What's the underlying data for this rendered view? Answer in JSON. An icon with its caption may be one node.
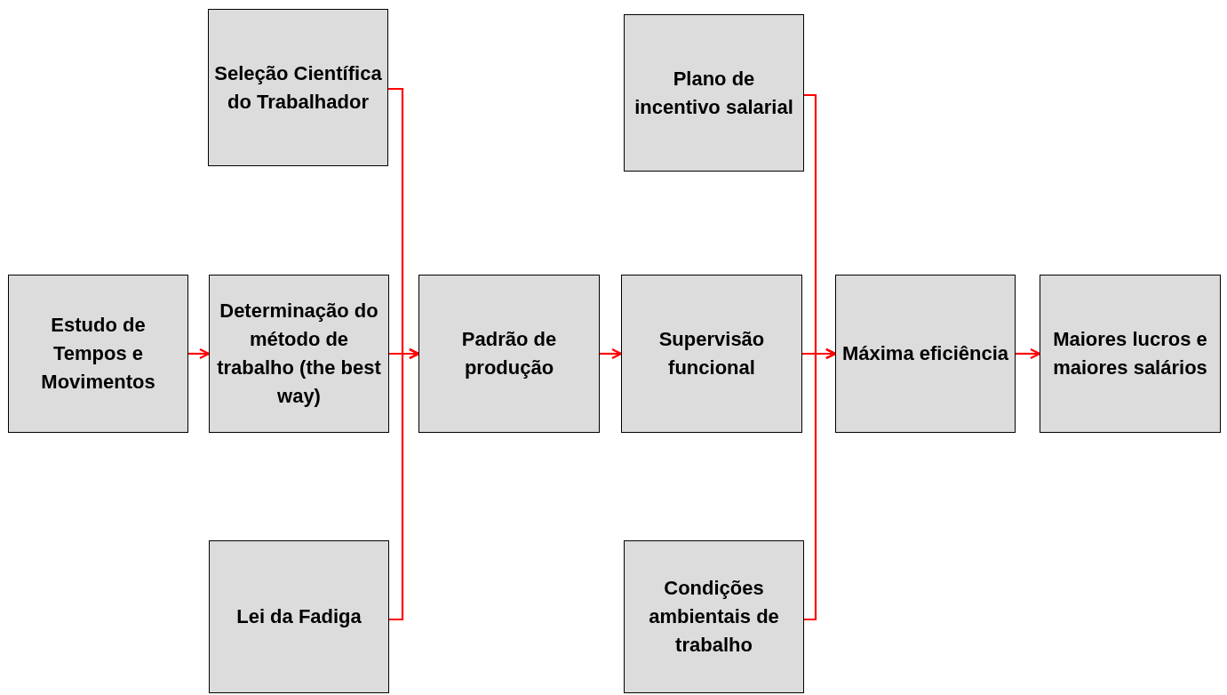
{
  "diagram": {
    "nodes": [
      {
        "text": [
          "Seleção Científica do Trabalhador"
        ]
      },
      {
        "text": [
          "Plano de incentivo salarial"
        ]
      },
      {
        "text": [
          "Estudo de Tempos e Movimentos"
        ]
      },
      {
        "text": [
          "Determinação do método de trabalho (the best way)"
        ]
      },
      {
        "text": [
          "Padrão de produção"
        ]
      },
      {
        "text": [
          "Supervisão funcional"
        ]
      },
      {
        "text": [
          "Máxima eficiência"
        ]
      },
      {
        "text": [
          "Maiores lucros e maiores salários"
        ]
      },
      {
        "text": [
          "Lei da Fadiga"
        ]
      },
      {
        "text": [
          "Condições ambientais de trabalho"
        ]
      }
    ],
    "edges": [
      {
        "from": 2,
        "to": 3,
        "arrow": "to"
      },
      {
        "from": 3,
        "to": 4,
        "arrow": "to"
      },
      {
        "from": 0,
        "to": 4,
        "arrow": "to"
      },
      {
        "from": 8,
        "to": 4,
        "arrow": "to"
      },
      {
        "from": 4,
        "to": 5,
        "arrow": "to"
      },
      {
        "from": 5,
        "to": 6,
        "arrow": "to"
      },
      {
        "from": 1,
        "to": 6,
        "arrow": "to"
      },
      {
        "from": 9,
        "to": 6,
        "arrow": "to"
      },
      {
        "from": 6,
        "to": 7,
        "arrow": "to"
      }
    ]
  }
}
